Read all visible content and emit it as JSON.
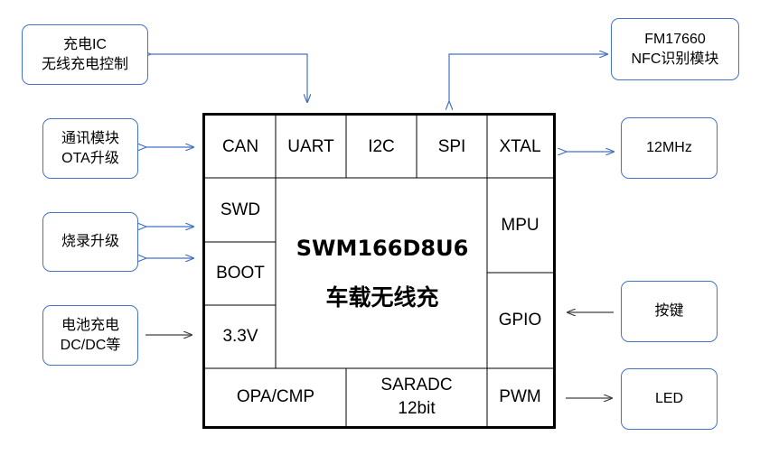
{
  "peripherals": {
    "charge_ic": [
      "充电IC",
      "无线充电控制"
    ],
    "nfc": [
      "FM17660",
      "NFC识别模块"
    ],
    "comm": [
      "通讯模块",
      "OTA升级"
    ],
    "burn": "烧录升级",
    "battery": [
      "电池充电",
      "DC/DC等"
    ],
    "crystal": "12MHz",
    "keys": "按键",
    "led": "LED"
  },
  "chip": {
    "name": "SWM166D8U6",
    "application": "车载无线充",
    "blocks": {
      "can": "CAN",
      "uart": "UART",
      "i2c": "I2C",
      "spi": "SPI",
      "xtal": "XTAL",
      "swd": "SWD",
      "boot": "BOOT",
      "v33": "3.3V",
      "mpu": "MPU",
      "gpio": "GPIO",
      "opa": "OPA/CMP",
      "saradc": [
        "SARADC",
        "12bit"
      ],
      "pwm": "PWM"
    }
  },
  "colors": {
    "arrow": "#4472c4",
    "box_border": "#4472c4",
    "arrow_dark": "#404040",
    "chip_border": "#000000"
  }
}
